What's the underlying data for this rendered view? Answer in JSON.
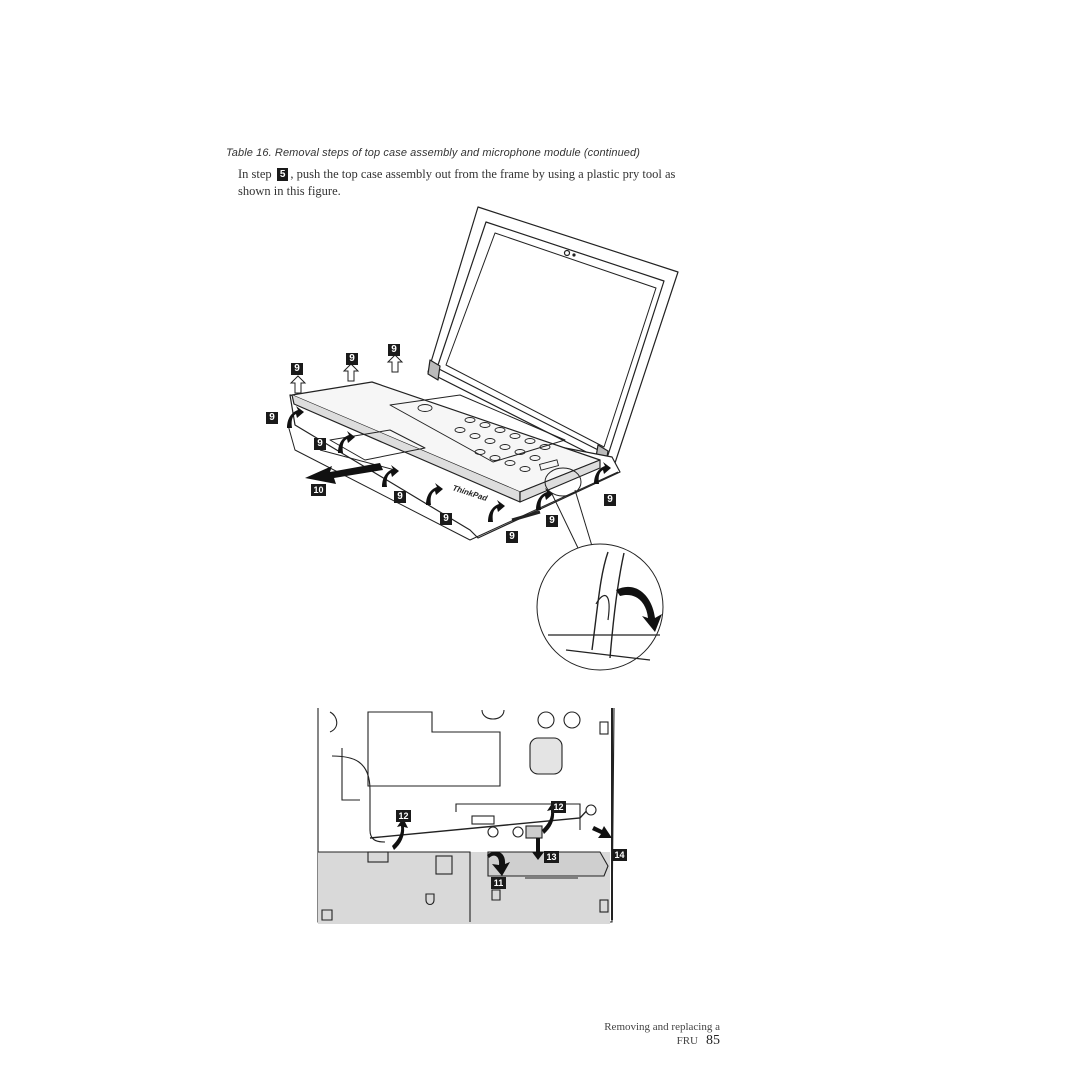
{
  "caption": "Table 16. Removal steps of top case assembly and microphone module  (continued)",
  "instruction": {
    "prefix": "In step",
    "step": "5",
    "suffix": ", push the top case assembly out from the frame by using a plastic pry tool as shown in this figure."
  },
  "figure_top": {
    "brand": "ThinkPad",
    "callouts": [
      "9",
      "9",
      "9",
      "9",
      "9",
      "10",
      "9",
      "9",
      "9",
      "9",
      "9"
    ]
  },
  "figure_bottom": {
    "callouts": [
      "12",
      "12",
      "14",
      "13",
      "11"
    ]
  },
  "footer": {
    "section": "Removing and replacing a FRU",
    "page": "85"
  }
}
